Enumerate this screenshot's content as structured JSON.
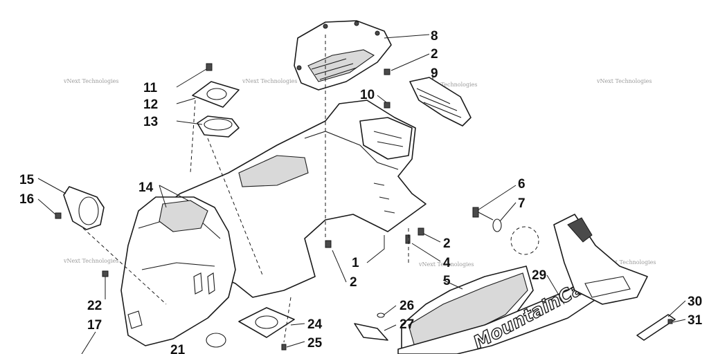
{
  "diagram": {
    "watermark": "vNext Technologies",
    "decal_text": "MountainCat",
    "callouts": [
      {
        "id": "c1",
        "label": "1"
      },
      {
        "id": "c2a",
        "label": "2"
      },
      {
        "id": "c2b",
        "label": "2"
      },
      {
        "id": "c2c",
        "label": "2"
      },
      {
        "id": "c4",
        "label": "4"
      },
      {
        "id": "c5",
        "label": "5"
      },
      {
        "id": "c6",
        "label": "6"
      },
      {
        "id": "c7",
        "label": "7"
      },
      {
        "id": "c8",
        "label": "8"
      },
      {
        "id": "c9",
        "label": "9"
      },
      {
        "id": "c10",
        "label": "10"
      },
      {
        "id": "c11",
        "label": "11"
      },
      {
        "id": "c12",
        "label": "12"
      },
      {
        "id": "c13",
        "label": "13"
      },
      {
        "id": "c14",
        "label": "14"
      },
      {
        "id": "c15",
        "label": "15"
      },
      {
        "id": "c16",
        "label": "16"
      },
      {
        "id": "c17",
        "label": "17"
      },
      {
        "id": "c21",
        "label": "21"
      },
      {
        "id": "c22",
        "label": "22"
      },
      {
        "id": "c24",
        "label": "24"
      },
      {
        "id": "c25",
        "label": "25"
      },
      {
        "id": "c26",
        "label": "26"
      },
      {
        "id": "c27",
        "label": "27"
      },
      {
        "id": "c29",
        "label": "29"
      },
      {
        "id": "c30",
        "label": "30"
      },
      {
        "id": "c31",
        "label": "31"
      }
    ]
  }
}
